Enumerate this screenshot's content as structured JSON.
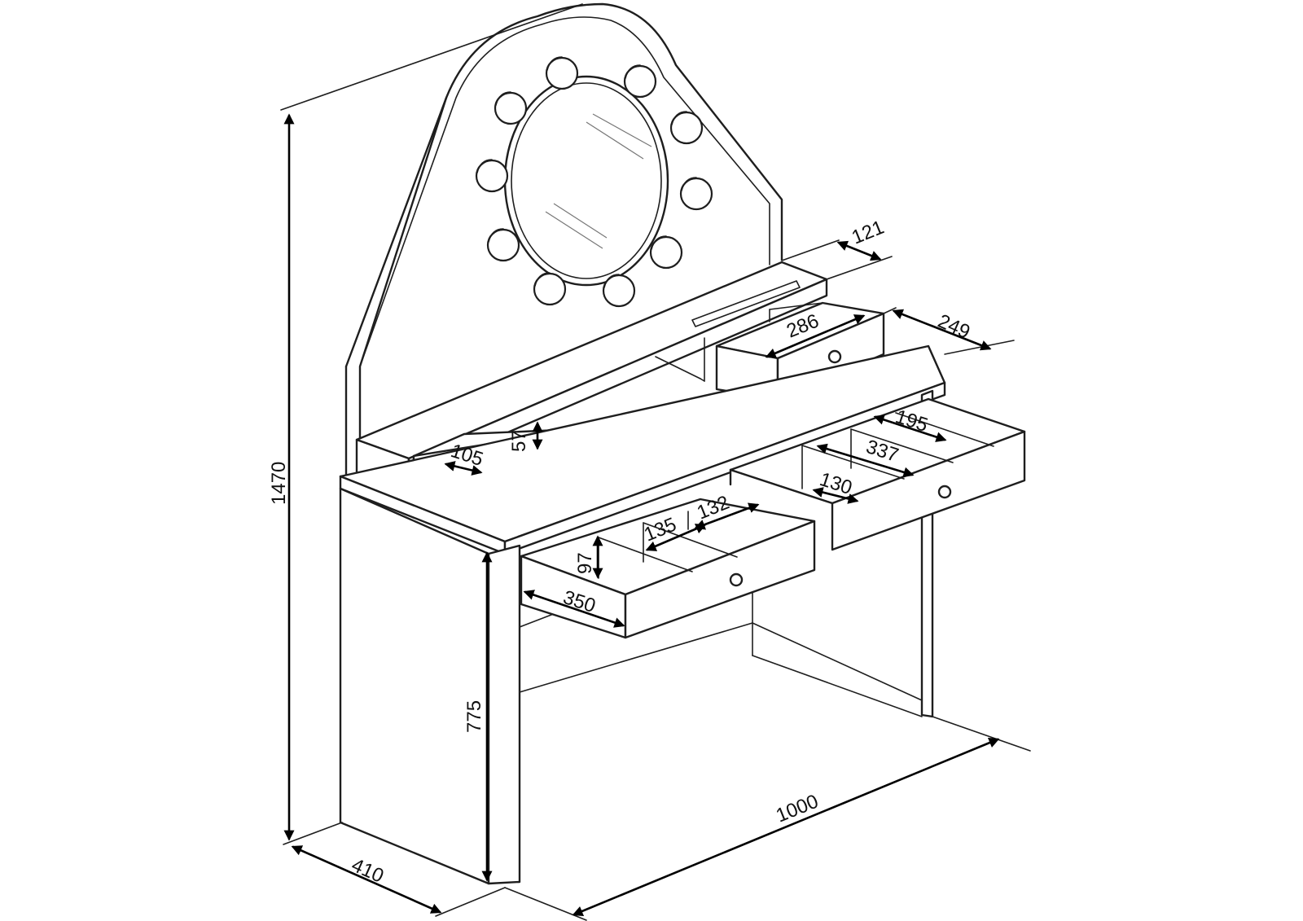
{
  "dimensions": {
    "total_height": "1470",
    "table_height": "775",
    "width": "1000",
    "depth": "410",
    "shelf_depth": "121",
    "top_drawer_depth": "249",
    "top_drawer_width": "286",
    "small_drawer_width": "105",
    "small_drawer_height": "57",
    "right_drawer_compartment_a": "195",
    "right_drawer_compartment_b": "337",
    "right_drawer_compartment_c": "130",
    "left_drawer_compartment_a": "132",
    "left_drawer_compartment_b": "135",
    "left_drawer_height": "97",
    "left_drawer_length": "350"
  },
  "colors": {
    "line": "#1e1e1e",
    "background": "#ffffff"
  },
  "mirror": {
    "bulb_count": 10
  }
}
